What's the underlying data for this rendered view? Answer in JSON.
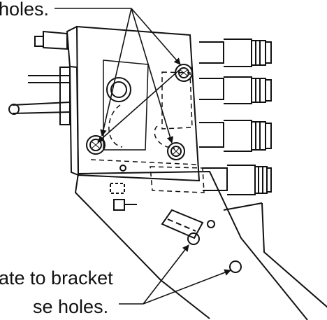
{
  "callouts": {
    "top_text": "holes.",
    "bottom_line1": "ate to bracket",
    "bottom_line2": "se holes."
  },
  "colors": {
    "ink": "#111111",
    "background": "#ffffff"
  }
}
